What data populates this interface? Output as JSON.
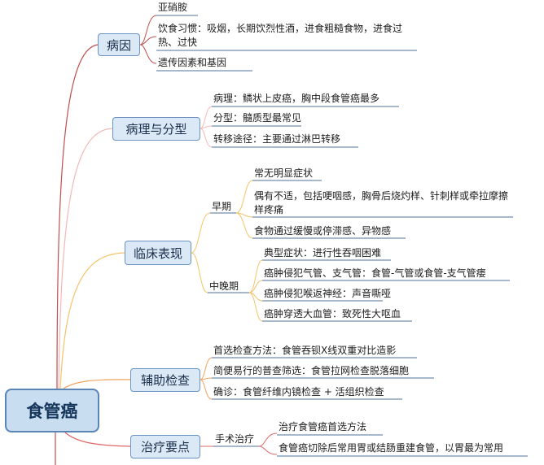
{
  "root": "食管癌",
  "branches": {
    "cause": {
      "label": "病因",
      "items": [
        "亚硝胺",
        "饮食习惯：吸烟，长期饮烈性酒，进食粗糙食物，进食过热、过快",
        "遗传因素和基因"
      ]
    },
    "pathology": {
      "label": "病理与分型",
      "items": [
        "病理：鳞状上皮癌，胸中段食管癌最多",
        "分型：髓质型最常见",
        "转移途径：主要通过淋巴转移"
      ]
    },
    "clinical": {
      "label": "临床表现",
      "early": {
        "label": "早期",
        "items": [
          "常无明显症状",
          "偶有不适，包括哽咽感，胸骨后烧灼样、针刺样或牵拉摩擦样疼痛",
          "食物通过缓慢或停滞感、异物感"
        ]
      },
      "late": {
        "label": "中晚期",
        "items": [
          "典型症状：进行性吞咽困难",
          "癌肿侵犯气管、支气管：食管-气管或食管-支气管瘘",
          "癌肿侵犯喉返神经：声音嘶哑",
          "癌肿穿透大血管：致死性大呕血"
        ]
      }
    },
    "exam": {
      "label": "辅助检查",
      "items": [
        "首选检查方法：食管吞钡X线双重对比造影",
        "简便易行的普查筛选：食管拉网检查脱落细胞",
        "确诊：食管纤维内镜检查 + 活组织检查"
      ]
    },
    "treatment": {
      "label": "治疗要点",
      "surgery": {
        "label": "手术治疗",
        "items": [
          "治疗食管癌首选方法",
          "食管癌切除后常用胃或结肠重建食管，以胃最为常用"
        ]
      }
    }
  },
  "colors": {
    "cause": "#c0504d",
    "pathology": "#f2b8b6",
    "clinical": "#f5c36b",
    "exam": "#f0a35e",
    "treatment": "#e06666",
    "trunk": "#c0504d",
    "underline": "#4f6f9a"
  }
}
